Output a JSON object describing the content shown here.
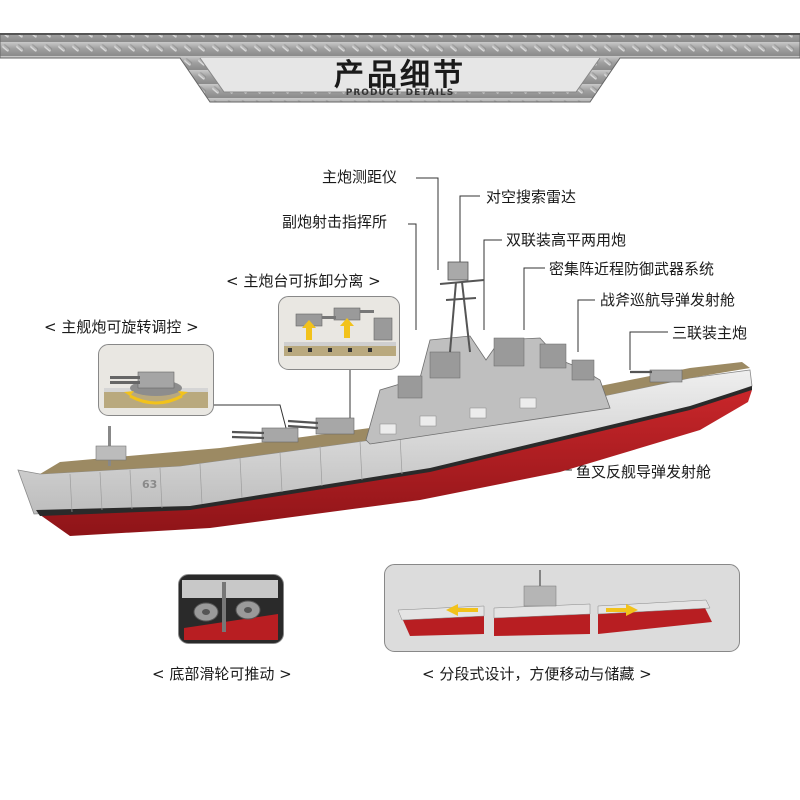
{
  "header": {
    "title": "产品细节",
    "subtitle": "PRODUCT DETAILS"
  },
  "callouts": {
    "main_gun_rangefinder": "主炮测距仪",
    "air_search_radar": "对空搜索雷达",
    "secondary_gun_director": "副炮射击指挥所",
    "twin_dual_purpose_gun": "双联装高平两用炮",
    "ciws": "密集阵近程防御武器系统",
    "tomahawk_launcher": "战斧巡航导弹发射舱",
    "triple_main_gun": "三联装主炮",
    "harpoon_launcher": "鱼叉反舰导弹发射舱"
  },
  "features": {
    "turret_detachable": "< 主炮台可拆卸分离 >",
    "turret_rotatable": "< 主舰炮可旋转调控 >",
    "bottom_wheels": "< 底部滑轮可推动 >",
    "segmented_design": "< 分段式设计，方便移动与储藏 >"
  },
  "ship": {
    "hull_number": "63"
  },
  "colors": {
    "hull_red": "#b81e22",
    "hull_grey": "#d6d6d6",
    "deck": "#9c8a63",
    "banner_metal": "#a8a8a8",
    "arrow_yellow": "#f2c21b"
  }
}
